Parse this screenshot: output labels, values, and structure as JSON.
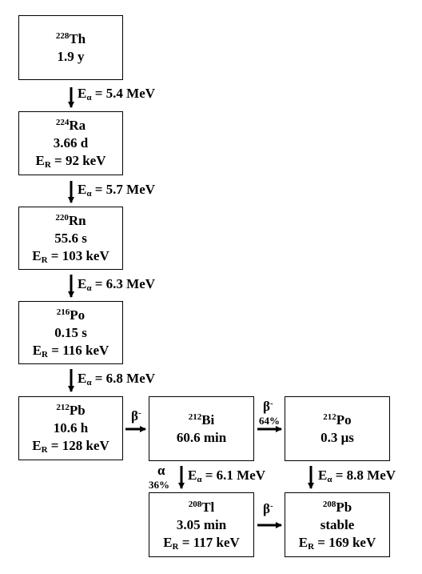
{
  "nodes": {
    "th228": {
      "mass": "228",
      "symbol": "Th",
      "halflife": "1.9 y"
    },
    "ra224": {
      "mass": "224",
      "symbol": "Ra",
      "halflife": "3.66 d",
      "er": "92 keV"
    },
    "rn220": {
      "mass": "220",
      "symbol": "Rn",
      "halflife": "55.6 s",
      "er": "103 keV"
    },
    "po216": {
      "mass": "216",
      "symbol": "Po",
      "halflife": "0.15 s",
      "er": "116 keV"
    },
    "pb212": {
      "mass": "212",
      "symbol": "Pb",
      "halflife": "10.6 h",
      "er": "128 keV"
    },
    "bi212": {
      "mass": "212",
      "symbol": "Bi",
      "halflife": "60.6 min"
    },
    "po212": {
      "mass": "212",
      "symbol": "Po",
      "halflife": "0.3 μs"
    },
    "tl208": {
      "mass": "208",
      "symbol": "Tl",
      "halflife": "3.05 min",
      "er": "117 keV"
    },
    "pb208": {
      "mass": "208",
      "symbol": "Pb",
      "halflife": "stable",
      "er": "169 keV"
    }
  },
  "symbols": {
    "E": "E",
    "alpha": "α",
    "R": "R",
    "beta": "β",
    "minus": "-"
  },
  "transitions": {
    "th_ra": {
      "energy": "5.4 MeV"
    },
    "ra_rn": {
      "energy": "5.7 MeV"
    },
    "rn_po": {
      "energy": "6.3 MeV"
    },
    "po_pb": {
      "energy": "6.8 MeV"
    },
    "pb_bi": {},
    "bi_po": {
      "branch": "64%"
    },
    "bi_tl": {
      "energy": "6.1 MeV",
      "branch": "36%"
    },
    "po_pb208": {
      "energy": "8.8 MeV"
    },
    "tl_pb": {}
  }
}
